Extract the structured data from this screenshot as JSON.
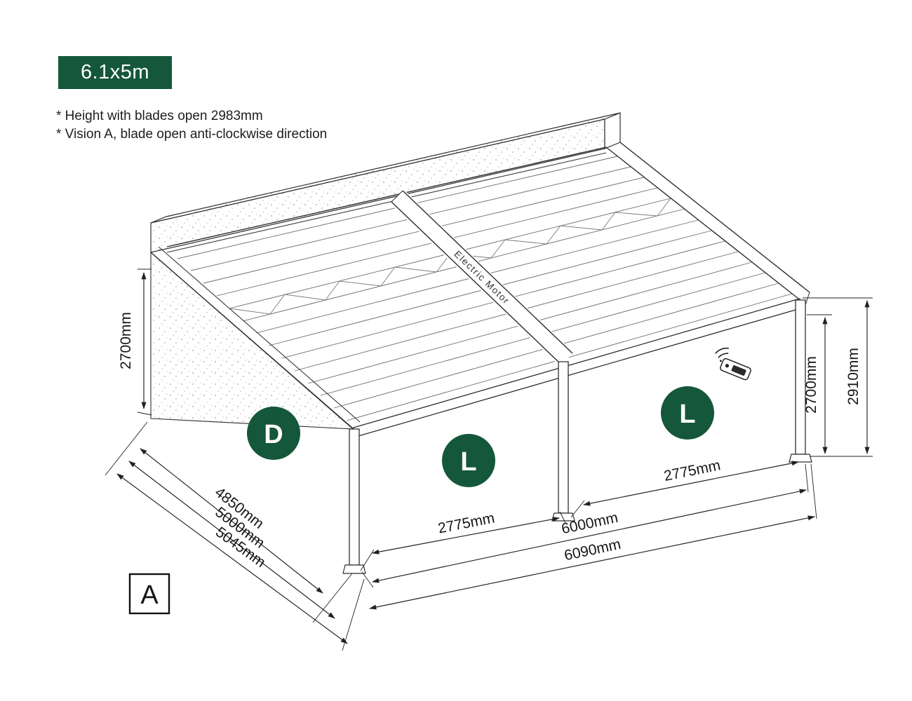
{
  "badge": {
    "label": "6.1x5m"
  },
  "notes": {
    "line1": "* Height with blades open 2983mm",
    "line2": "* Vision A, blade open anti-clockwise direction"
  },
  "drawing": {
    "motor_label": "Electric Motor",
    "zone_d": "D",
    "zone_l1": "L",
    "zone_l2": "L",
    "view_label": "A"
  },
  "dimensions": {
    "left_height": "2700mm",
    "diag1": "4850mm",
    "diag2": "5000mm",
    "diag3": "5045mm",
    "bay_left": "2775mm",
    "bay_right": "2775mm",
    "front_inner": "6000mm",
    "front_outer": "6090mm",
    "right_inner": "2700mm",
    "right_outer": "2910mm"
  },
  "colors": {
    "accent": "#14573a"
  }
}
